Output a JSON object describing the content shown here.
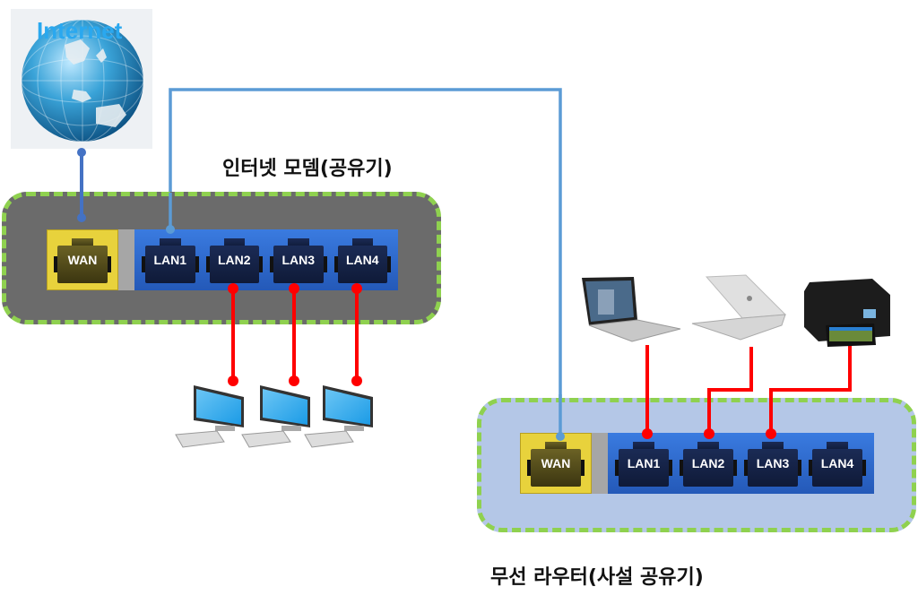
{
  "internet": {
    "label": "Internet",
    "icon": "globe-icon"
  },
  "modem": {
    "title": "인터넷 모뎀(공유기)",
    "wan_label": "WAN",
    "lan_labels": [
      "LAN1",
      "LAN2",
      "LAN3",
      "LAN4"
    ]
  },
  "router": {
    "title": "무선 라우터(사설 공유기)",
    "wan_label": "WAN",
    "lan_labels": [
      "LAN1",
      "LAN2",
      "LAN3",
      "LAN4"
    ]
  },
  "devices": {
    "modem_clients": [
      "desktop-pc",
      "desktop-pc",
      "desktop-pc"
    ],
    "router_clients": [
      "laptop",
      "laptop-silver",
      "printer"
    ]
  },
  "connections": [
    {
      "from": "internet",
      "to": "modem.WAN",
      "color": "#4472c4"
    },
    {
      "from": "modem.LAN1",
      "to": "router.WAN",
      "color": "#5b9bd5"
    },
    {
      "from": "modem.LAN2",
      "to": "desktop-pc-1",
      "color": "#ff0000"
    },
    {
      "from": "modem.LAN3",
      "to": "desktop-pc-2",
      "color": "#ff0000"
    },
    {
      "from": "modem.LAN4",
      "to": "desktop-pc-3",
      "color": "#ff0000"
    },
    {
      "from": "router.LAN1",
      "to": "laptop",
      "color": "#ff0000"
    },
    {
      "from": "router.LAN2",
      "to": "laptop-silver",
      "color": "#ff0000"
    },
    {
      "from": "router.LAN3",
      "to": "printer",
      "color": "#ff0000"
    }
  ],
  "colors": {
    "modem_bg": "#6b6b6b",
    "router_bg": "#b4c7e7",
    "border_dash": "#8fd14f",
    "wan_port": "#e8d23c",
    "lan_panel": "#2f6fd6",
    "wire_lan": "#ff0000",
    "wire_uplink": "#5b9bd5"
  }
}
